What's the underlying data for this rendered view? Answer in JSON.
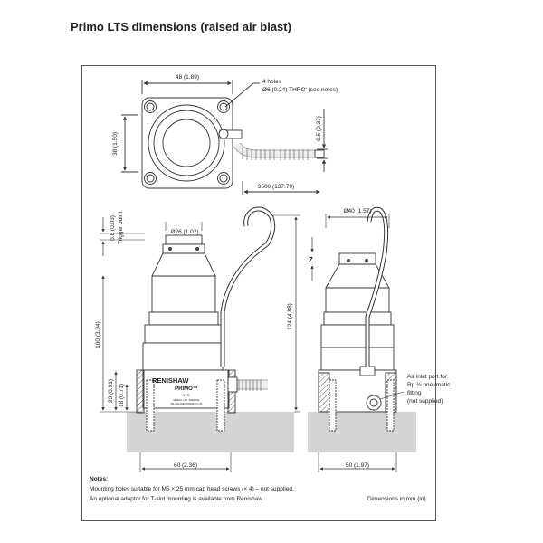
{
  "title": "Primo LTS dimensions (raised air blast)",
  "top_view": {
    "width_label": "48 (1.89)",
    "height_label": "38 (1.50)",
    "holes_note_line1": "4 holes",
    "holes_note_line2": "Ø6 (0.24) THRO' (see notes)",
    "nozzle_label": "9.5 (0.37)",
    "hose_length_label": "3500 (137.79)"
  },
  "side_view": {
    "trigger_label": "0.8 (0.03)",
    "trigger_caption": "Trigger point",
    "cap_dia_label": "Ø26 (1.02)",
    "overall_height_label": "100 (3.94)",
    "base_height_label": "23 (0.91)",
    "flange_height_label": "18 (0.71)",
    "hose_height_label": "124 (4.88)",
    "width_label": "60 (2.36)",
    "brand": "RENISHAW",
    "product": "PRIMO™",
    "model": "LTS",
    "serial": "SERIAL NO. 5SERIAL",
    "part": "S5-001-DEF MADE IN UK"
  },
  "front_view": {
    "dia_label": "Ø40 (1.57)",
    "z_label": "Z",
    "width_label": "50 (1.97)",
    "air_inlet_line1": "Air inlet port for",
    "air_inlet_line2": "Rp ⅛ pneumatic",
    "air_inlet_line3": "fitting",
    "air_inlet_line4": "(not supplied)"
  },
  "notes": {
    "heading": "Notes:",
    "line1": "Mounting holes suitable for M5 × 25 mm cap head screws (× 4) – not supplied.",
    "line2": "An optional adaptor for T-slot mounting is available from Renishaw.",
    "units": "Dimensions in mm (in)"
  }
}
